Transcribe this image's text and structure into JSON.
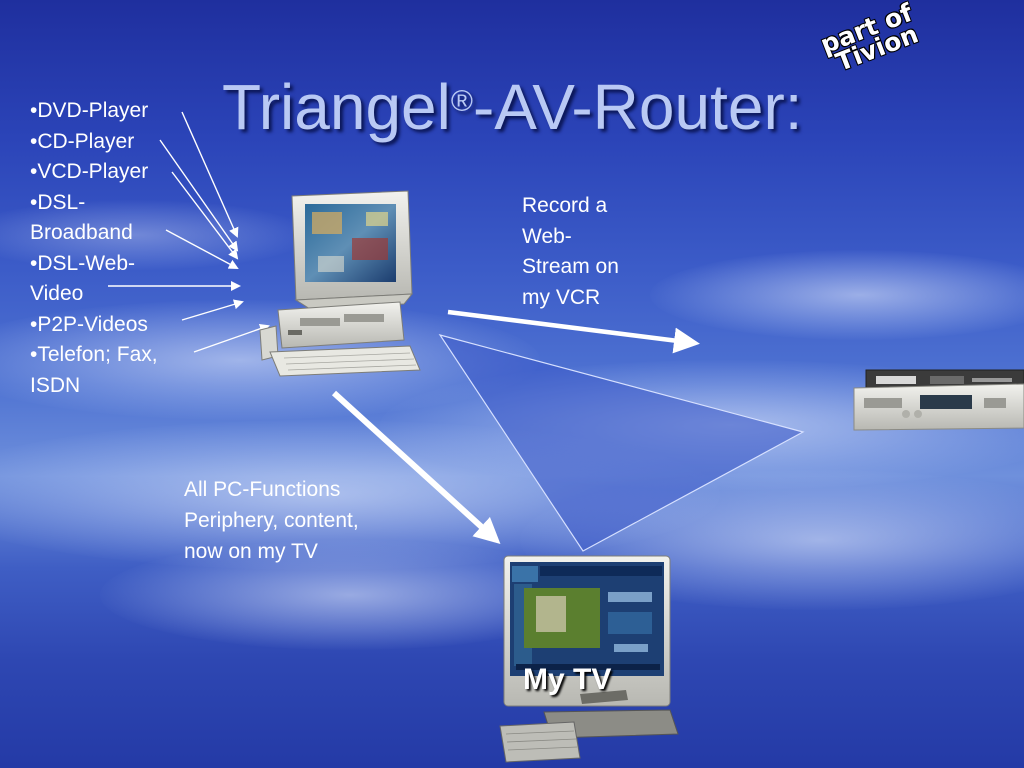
{
  "title": {
    "main_pre": "Triangel",
    "registered": "®",
    "main_post": "-AV-Router:"
  },
  "badge": {
    "line1": "part of",
    "line2": "Tivion"
  },
  "device_list": [
    "•DVD-Player",
    "•CD-Player",
    "•VCD-Player",
    "•DSL-",
    "Broadband",
    "•DSL-Web-",
    "Video",
    "•P2P-Videos",
    "•Telefon; Fax,",
    "ISDN"
  ],
  "record_note": [
    "Record a",
    "Web-",
    "Stream on",
    "my VCR"
  ],
  "pc_note": [
    "All PC-Functions",
    "Periphery, content,",
    "now on my TV"
  ],
  "tv_label": "My TV",
  "colors": {
    "background": "#2b44b8",
    "title": "#b9c9f4",
    "text": "#ffffff",
    "arrow": "#ffffff",
    "triangle": "#3a55c8"
  }
}
